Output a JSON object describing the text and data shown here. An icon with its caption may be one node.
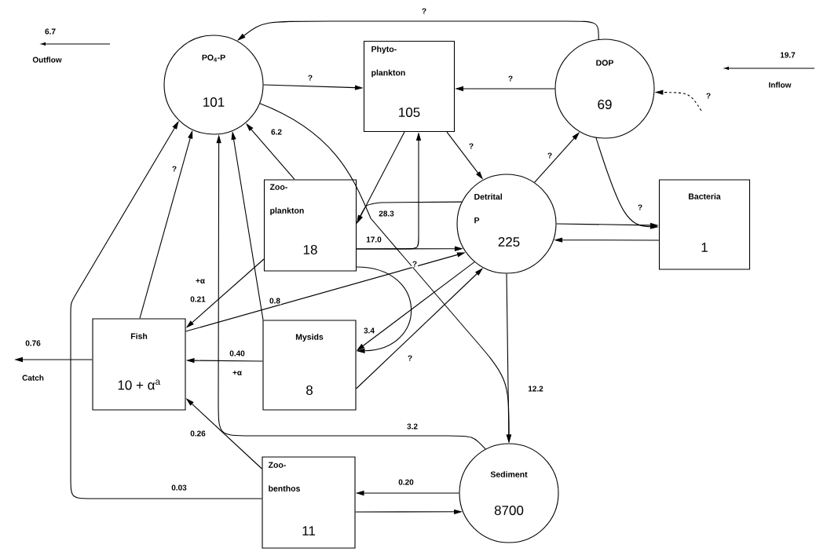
{
  "diagram": {
    "nodes": [
      {
        "text": [
          "PO$_{4}$-P",
          "101"
        ]
      },
      {
        "text": [
          "Phyto- plankton",
          "105"
        ]
      },
      {
        "text": [
          "DOP",
          "69"
        ]
      },
      {
        "text": [
          "Zoo- plankton",
          "18"
        ]
      },
      {
        "text": [
          "Detrital P",
          "225"
        ]
      },
      {
        "text": [
          "Bacteria",
          "1"
        ]
      },
      {
        "text": [
          "Fish",
          "10 + α$^{a}$"
        ]
      },
      {
        "text": [
          "Mysids",
          "8"
        ]
      },
      {
        "text": [
          "Zoo- benthos",
          "11"
        ]
      },
      {
        "text": [
          "Sediment",
          "8700"
        ]
      }
    ],
    "edges": [
      {
        "from": 2,
        "to": 0,
        "arrow": "to",
        "label": "?"
      },
      {
        "from": 0,
        "to": 1,
        "arrow": "to",
        "label": "?"
      },
      {
        "from": 2,
        "to": 1,
        "arrow": "to",
        "label": "?"
      },
      {
        "from": 1,
        "to": 4,
        "arrow": "to",
        "label": "?"
      },
      {
        "from": 1,
        "to": 3,
        "arrow": "to"
      },
      {
        "from": 4,
        "to": 3,
        "arrow": "to",
        "label": "28.3"
      },
      {
        "from": 3,
        "to": 4,
        "arrow": "to",
        "label": "17.0"
      },
      {
        "from": 3,
        "to": 1,
        "arrow": "to"
      },
      {
        "from": 0,
        "to": 9,
        "arrow": "to"
      },
      {
        "from": 4,
        "to": 9,
        "arrow": "to",
        "label": "12.2"
      },
      {
        "from": 4,
        "to": 2,
        "arrow": "to",
        "label": "?"
      },
      {
        "from": 2,
        "to": 5,
        "arrow": "to",
        "label": "?"
      },
      {
        "from": 4,
        "to": 5,
        "arrow": "to"
      },
      {
        "from": 5,
        "to": 4,
        "arrow": "to"
      },
      {
        "from": 3,
        "to": 0,
        "arrow": "to",
        "label": "6.2"
      },
      {
        "from": 3,
        "to": 6,
        "arrow": "to",
        "label": "0.21"
      },
      {
        "from": 7,
        "to": 0,
        "arrow": "to",
        "label": "0.8"
      },
      {
        "from": 6,
        "to": 0,
        "arrow": "to",
        "label": "?"
      },
      {
        "from": 9,
        "to": 0,
        "arrow": "to",
        "label": "3.2"
      },
      {
        "from": 8,
        "to": 0,
        "arrow": "to",
        "label": "0.03"
      },
      {
        "from": 6,
        "to": 4,
        "arrow": "to",
        "label": "?"
      },
      {
        "from": 3,
        "to": 7,
        "arrow": "to"
      },
      {
        "from": 4,
        "to": 7,
        "arrow": "to",
        "label": "3.4"
      },
      {
        "from": 7,
        "to": 4,
        "arrow": "to",
        "label": "?"
      },
      {
        "from": 7,
        "to": 6,
        "arrow": "to",
        "label": "0.40"
      },
      {
        "from": 8,
        "to": 6,
        "arrow": "to",
        "label": "0.26"
      },
      {
        "from": 9,
        "to": 8,
        "arrow": "to",
        "label": "0.20"
      },
      {
        "from": 8,
        "to": 9,
        "arrow": "to"
      },
      {
        "from": 6,
        "to": null,
        "arrow": "to",
        "label": "0.76"
      },
      {
        "from": null,
        "to": 2,
        "arrow": "to",
        "label": "?",
        "style": "dashed"
      }
    ],
    "labels": [
      "6.7",
      "Outflow",
      "19.7",
      "Inflow",
      "+α",
      "Catch",
      "+α"
    ]
  }
}
